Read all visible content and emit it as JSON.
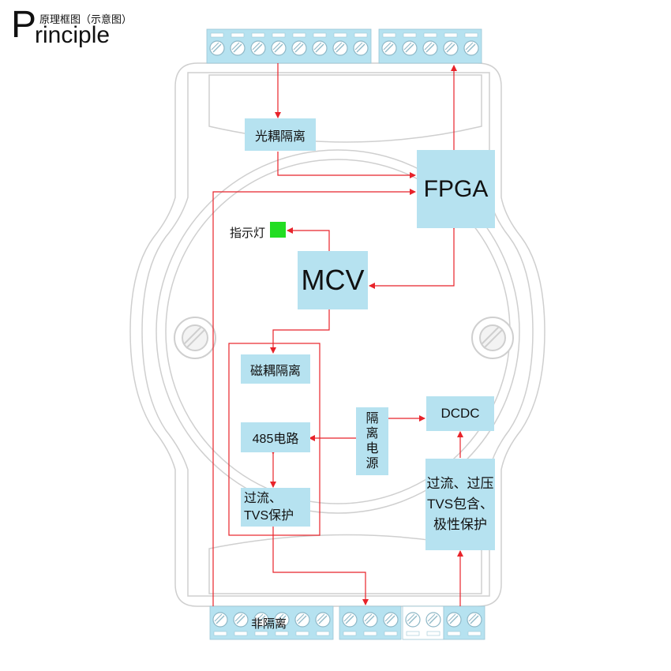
{
  "header": {
    "title_initial": "P",
    "title_rest": "rinciple",
    "title_cn": "原理框图（示意图）"
  },
  "blocks": {
    "optocoupler": "光耦隔离",
    "fpga": "FPGA",
    "indicator": "指示灯",
    "mcu": "MCV",
    "magnetic": "磁耦隔离",
    "rs485": "485电路",
    "prot_left_1": "过流、",
    "prot_left_2": "TVS保护",
    "isolated_power": [
      "隔",
      "离",
      "电",
      "源"
    ],
    "dcdc": "DCDC",
    "prot_right_1": "过流、过压",
    "prot_right_2": "TVS包含、",
    "prot_right_3": "极性保护",
    "non_isolated": "非隔离"
  },
  "colors": {
    "block": "#b6e2f0",
    "wire": "#e8232a",
    "indicator": "#22dd22",
    "terminal": "#b6e2f0"
  }
}
